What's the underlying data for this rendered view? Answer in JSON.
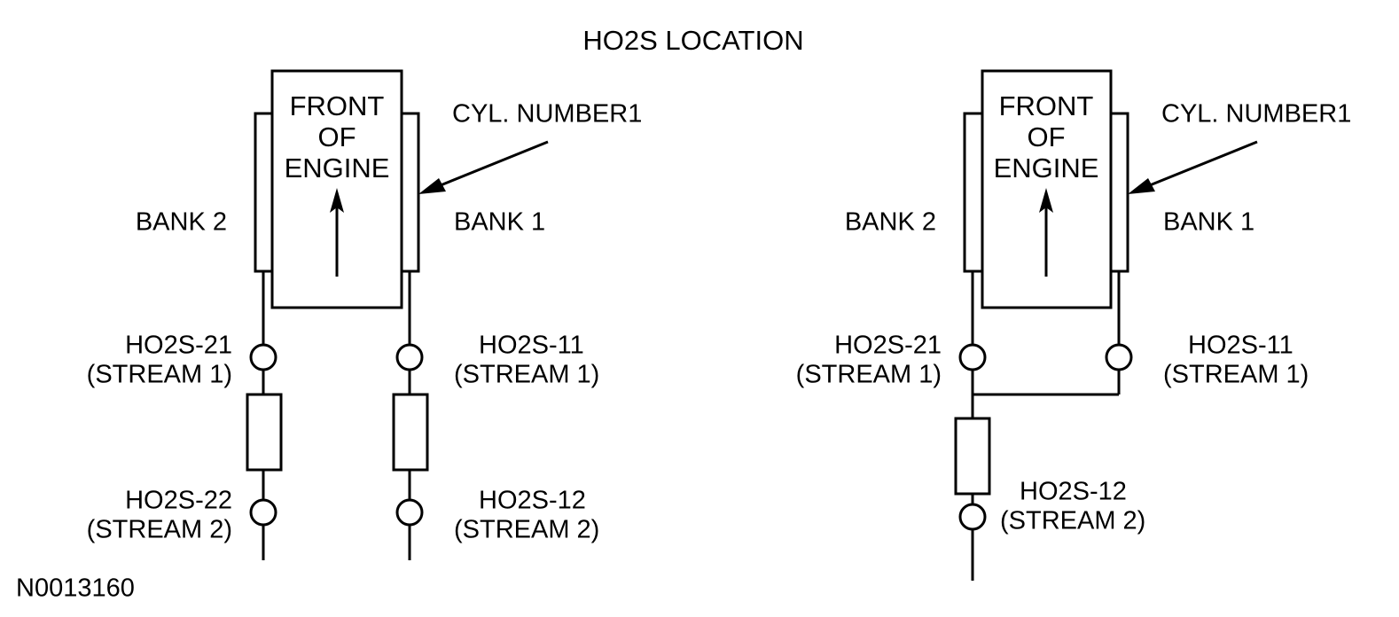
{
  "figure": {
    "title": "HO2S LOCATION",
    "id_code": "N0013160"
  },
  "diagrams": [
    {
      "name": "dual-converter-layout",
      "engine": {
        "line1": "FRONT",
        "line2": "OF",
        "line3": "ENGINE",
        "flow_arrow": "up-arrow-icon"
      },
      "callout": {
        "label": "CYL. NUMBER1",
        "pointer": "callout-arrow-icon"
      },
      "banks": {
        "left": "BANK 2",
        "right": "BANK 1"
      },
      "sensors": [
        {
          "id": "HO2S-21",
          "stream": "(STREAM 1)",
          "side": "left",
          "position": "upstream"
        },
        {
          "id": "HO2S-22",
          "stream": "(STREAM 2)",
          "side": "left",
          "position": "downstream"
        },
        {
          "id": "HO2S-11",
          "stream": "(STREAM 1)",
          "side": "right",
          "position": "upstream"
        },
        {
          "id": "HO2S-12",
          "stream": "(STREAM 2)",
          "side": "right",
          "position": "downstream"
        }
      ]
    },
    {
      "name": "single-converter-layout",
      "engine": {
        "line1": "FRONT",
        "line2": "OF",
        "line3": "ENGINE",
        "flow_arrow": "up-arrow-icon"
      },
      "callout": {
        "label": "CYL. NUMBER1",
        "pointer": "callout-arrow-icon"
      },
      "banks": {
        "left": "BANK 2",
        "right": "BANK 1"
      },
      "sensors": [
        {
          "id": "HO2S-21",
          "stream": "(STREAM 1)",
          "side": "left",
          "position": "upstream"
        },
        {
          "id": "HO2S-11",
          "stream": "(STREAM 1)",
          "side": "right",
          "position": "upstream"
        },
        {
          "id": "HO2S-12",
          "stream": "(STREAM 2)",
          "side": "center",
          "position": "downstream"
        }
      ]
    }
  ],
  "colors": {
    "ink": "#000000",
    "paper": "#ffffff"
  }
}
